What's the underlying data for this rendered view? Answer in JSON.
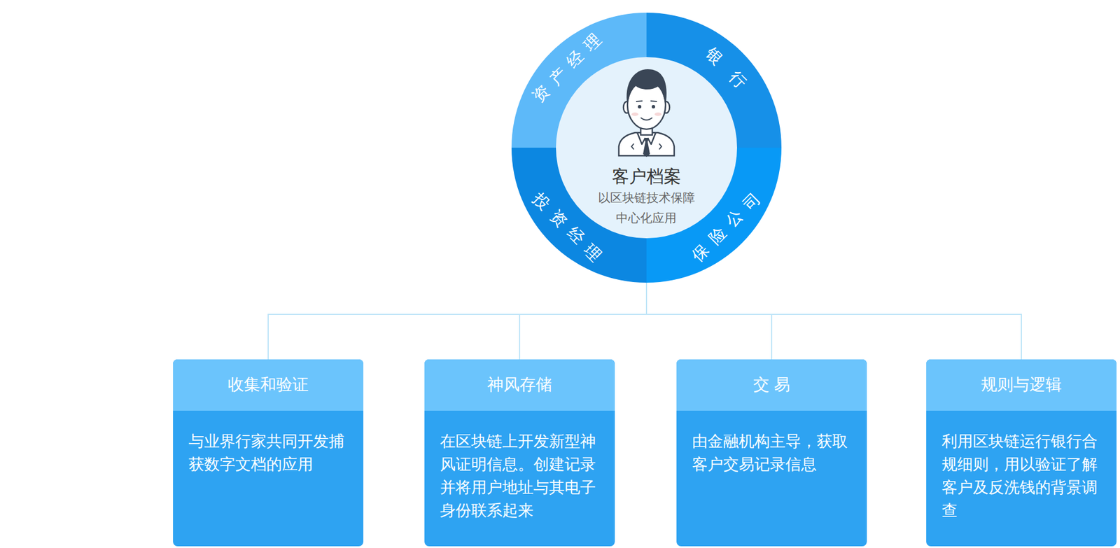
{
  "diagram": {
    "nodes": [
      {
        "text": [
          "客户档案",
          "以区块链技术保障 中心化应用"
        ]
      },
      {
        "text": [
          "资产经理"
        ],
        "in": 0
      },
      {
        "text": [
          "银行"
        ],
        "in": 0
      },
      {
        "text": [
          "投资经理"
        ],
        "in": 0
      },
      {
        "text": [
          "保险公司"
        ],
        "in": 0
      },
      {
        "text": [
          "收集和验证",
          "与业界行家共同开发捕 获数字文档的应用"
        ]
      },
      {
        "text": [
          "神风存储",
          "在区块链上开发新型神 风证明信息。创建记录 并将用户地址与其电子 身份联系起来"
        ]
      },
      {
        "text": [
          "交 易",
          "由金融机构主导，获取 客户交易记录信息"
        ]
      },
      {
        "text": [
          "规则与逻辑",
          "利用区块链运行银行合 规细则，用以验证了解 客户及反洗钱的背景调 查"
        ]
      }
    ],
    "edges": [
      {
        "from": 0,
        "to": 5,
        "arrow": "none"
      },
      {
        "from": 0,
        "to": 6,
        "arrow": "none"
      },
      {
        "from": 0,
        "to": 7,
        "arrow": "none"
      },
      {
        "from": 0,
        "to": 8,
        "arrow": "none"
      }
    ]
  }
}
